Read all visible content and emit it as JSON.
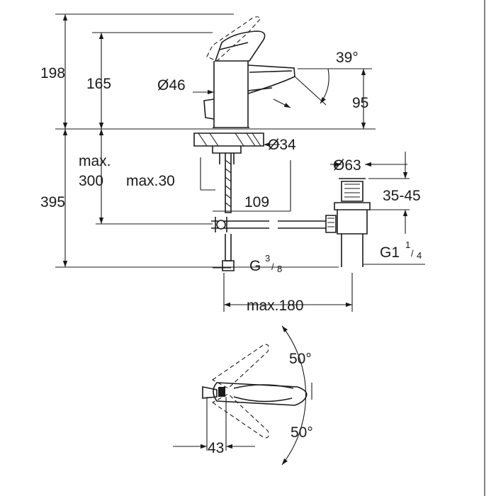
{
  "dimensions": {
    "total_height": "198",
    "lever_height": "165",
    "body_diameter": "Ø46",
    "lever_angle": "39°",
    "spout_height": "95",
    "hole_diameter": "Ø34",
    "max_label": "max.",
    "max_300": "300",
    "max_30": "max.30",
    "under_height": "395",
    "pop_up_reach": "109",
    "waste_diameter": "Ø63",
    "waste_range": "35-45",
    "waste_thread_base": "G1",
    "waste_thread_num": "1",
    "waste_thread_den": "4",
    "hose_thread_base": "G",
    "hose_thread_num": "3",
    "hose_thread_den": "8",
    "max_180": "max.180",
    "swivel_top": "50°",
    "swivel_bottom": "50°",
    "lever_offset": "43"
  }
}
